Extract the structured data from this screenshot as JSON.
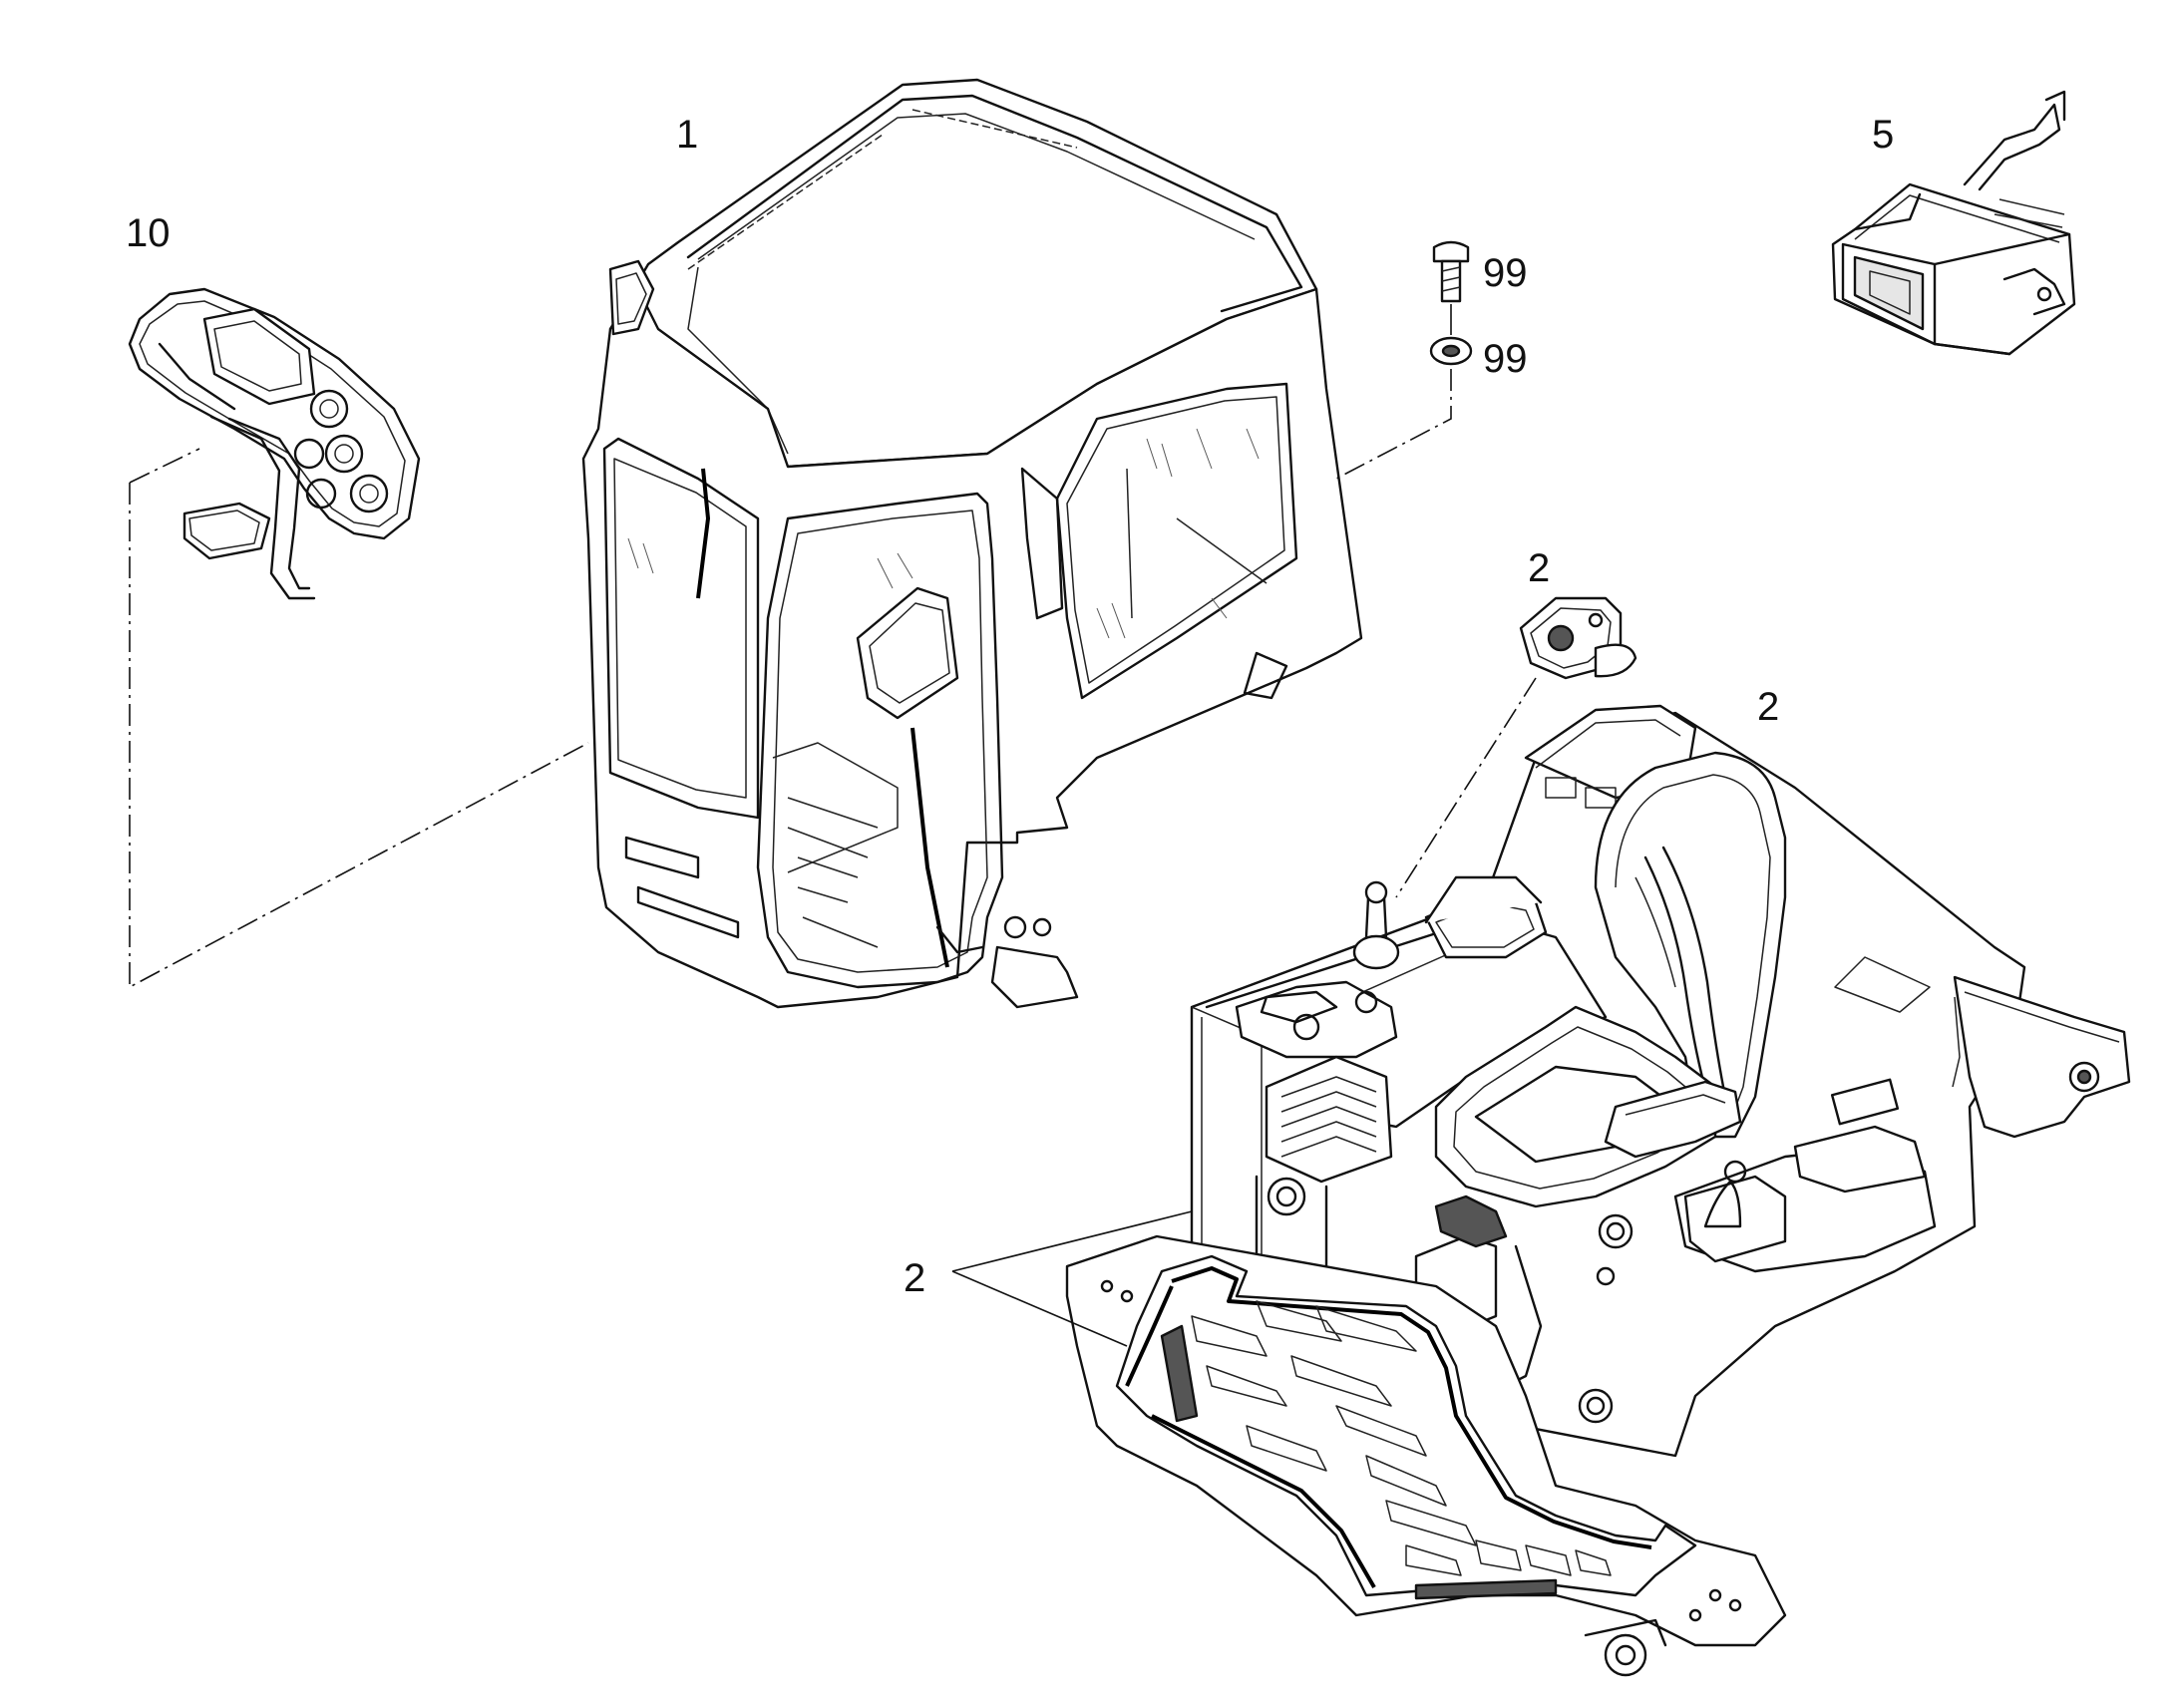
{
  "callouts": {
    "cab": "1",
    "console_panel": "10",
    "screw": "99",
    "washer": "99",
    "box_unit": "5",
    "switch_unit": "2",
    "seat": "2",
    "floor_mat": "2"
  },
  "colors": {
    "line": "#111111",
    "background": "#ffffff"
  }
}
